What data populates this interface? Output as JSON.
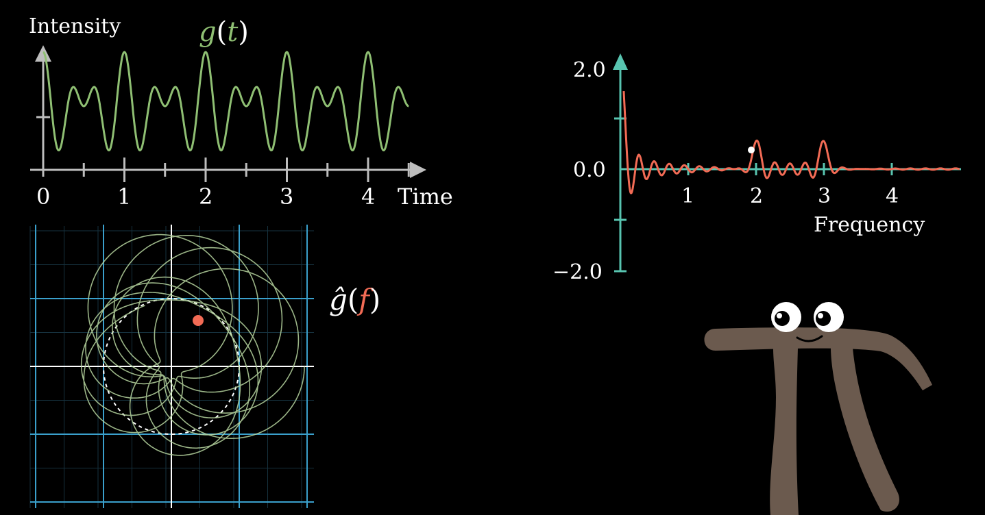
{
  "colors": {
    "background": "#000000",
    "signal": "#8fbf73",
    "transform": "#f26b55",
    "axis_primary": "#bdbdbd",
    "axis_transform": "#58c4b0",
    "plane_grid": "#3aa0cc",
    "pi_body": "#6b5a4e"
  },
  "time_plot": {
    "y_label": "Intensity",
    "title_fn": "g",
    "title_var": "t",
    "x_label": "Time",
    "x_ticks": [
      "0",
      "1",
      "2",
      "3",
      "4"
    ]
  },
  "winding_plot": {
    "label_fn": "ĝ",
    "label_var": "f",
    "icon": "complex-plane-winding"
  },
  "frequency_plot": {
    "x_label": "Frequency",
    "x_ticks": [
      "1",
      "2",
      "3",
      "4"
    ],
    "y_ticks": [
      "2.0",
      "0.0",
      "−2.0"
    ]
  },
  "chart_data": [
    {
      "type": "line",
      "title": "g(t)",
      "xlabel": "Time",
      "ylabel": "Intensity",
      "xlim": [
        0,
        4.5
      ],
      "ylim": [
        0,
        2
      ],
      "series": [
        {
          "formula": "g(t) = 1 + 0.5·cos(2π·2t) + 0.5·cos(2π·3t)"
        }
      ]
    },
    {
      "type": "line",
      "title": "",
      "xlabel": "Frequency",
      "ylabel": "",
      "xlim": [
        0,
        5
      ],
      "ylim": [
        -2,
        2
      ],
      "series": [
        {
          "description": "real part of Fourier transform of g; peaks near 2 and 3"
        }
      ],
      "marker": {
        "x": 1.93,
        "y": 0.38
      }
    }
  ],
  "mascot": {
    "icon": "pi-creature"
  }
}
